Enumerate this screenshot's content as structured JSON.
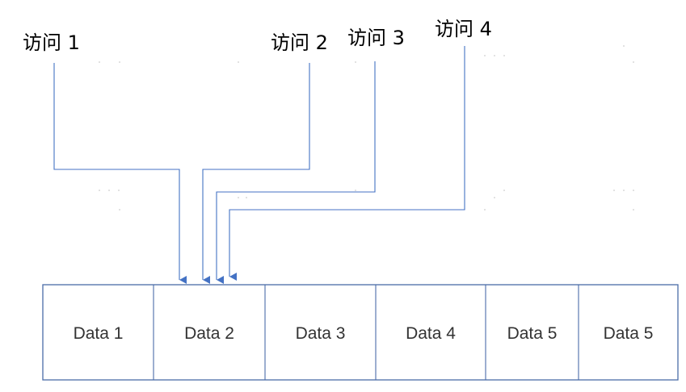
{
  "colors": {
    "arrow": "#4472c4",
    "box_border": "#4a6ca8",
    "label_text": "#000000",
    "cell_text": "#333333",
    "grid_dots": "#d9d9d9"
  },
  "accesses": [
    {
      "label": "访问 1",
      "target_cell": 1
    },
    {
      "label": "访问 2",
      "target_cell": 1
    },
    {
      "label": "访问 3",
      "target_cell": 1
    },
    {
      "label": "访问 4",
      "target_cell": 1
    }
  ],
  "cells": [
    {
      "label": "Data 1"
    },
    {
      "label": "Data 2"
    },
    {
      "label": "Data 3"
    },
    {
      "label": "Data 4"
    },
    {
      "label": "Data 5"
    },
    {
      "label": "Data 5"
    }
  ]
}
